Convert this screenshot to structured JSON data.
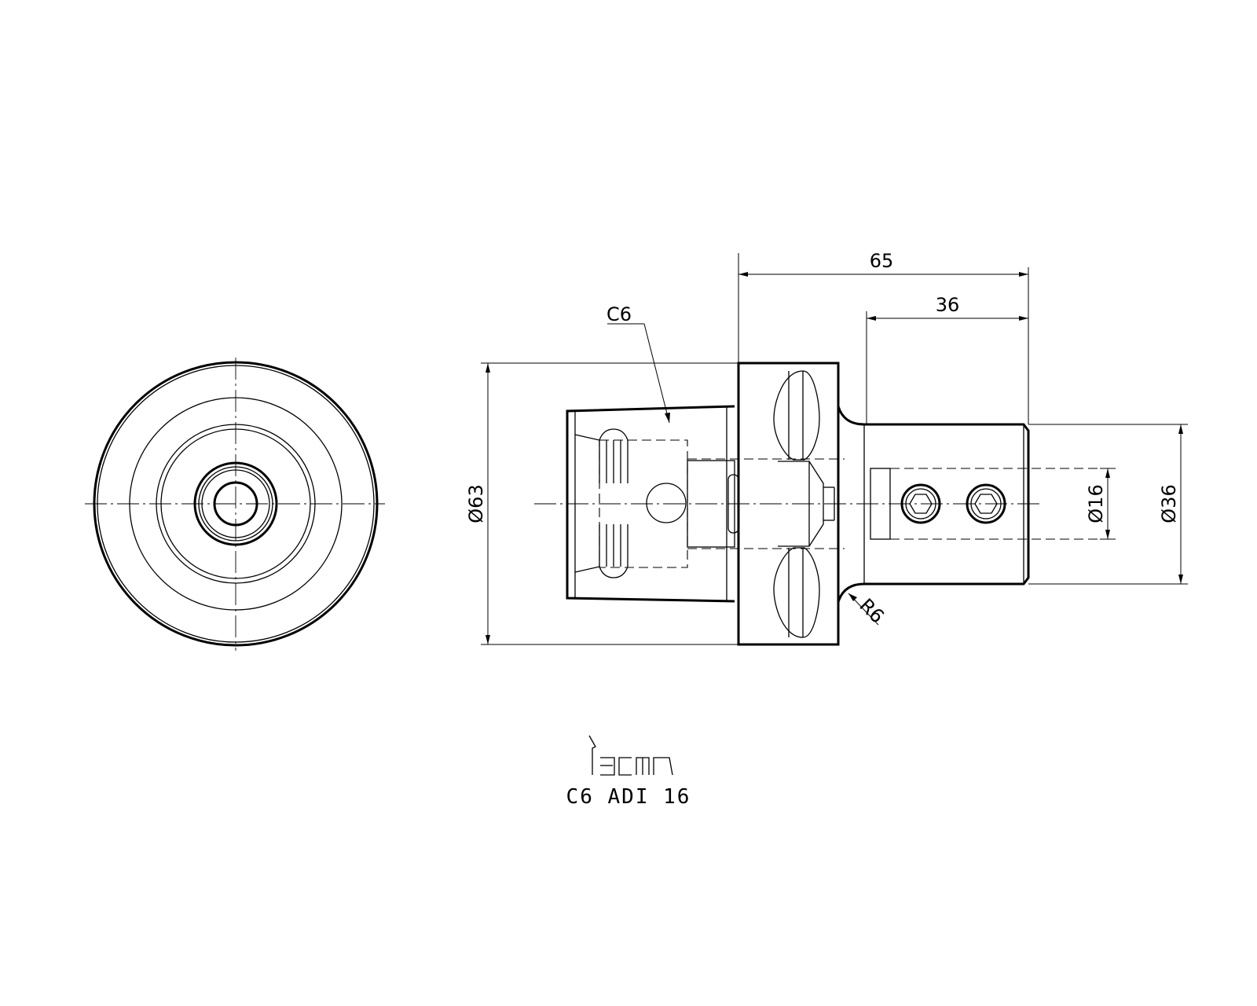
{
  "brand": {
    "logo_text": "iscar"
  },
  "part": {
    "designation": "C6 ADI 16"
  },
  "labels": {
    "interface": "C6",
    "flange_diameter": "Ø63",
    "shank_diameter": "Ø36",
    "bore_diameter": "Ø16",
    "overall_length": "65",
    "shank_length": "36",
    "fillet_radius": "R6"
  },
  "style": {
    "line_color": "#000000",
    "background": "#ffffff"
  }
}
